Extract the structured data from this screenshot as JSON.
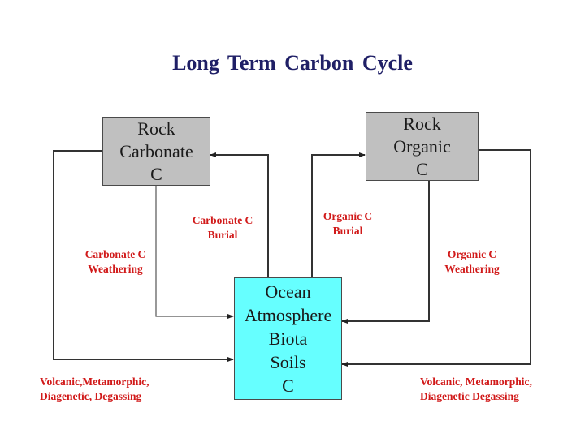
{
  "title": "Long Term  Carbon  Cycle",
  "colors": {
    "title": "#1f1f66",
    "rock_box": "#c0c0c0",
    "ocean_box": "#66ffff",
    "flux_label": "#d11a1a",
    "line": "#333333"
  },
  "boxes": {
    "rock_carbonate": {
      "lines": [
        "Rock",
        "Carbonate",
        "C"
      ]
    },
    "rock_organic": {
      "lines": [
        "Rock",
        "Organic",
        "C"
      ]
    },
    "ocean": {
      "lines": [
        "Ocean",
        "Atmosphere",
        "Biota",
        "Soils",
        "C"
      ]
    }
  },
  "fluxes": {
    "carbonate_burial": {
      "lines": [
        "Carbonate C",
        "Burial"
      ],
      "from": "ocean",
      "to": "rock_carbonate"
    },
    "carbonate_weathering": {
      "lines": [
        "Carbonate C",
        "Weathering"
      ],
      "from": "rock_carbonate",
      "to": "ocean"
    },
    "organic_burial": {
      "lines": [
        "Organic C",
        "Burial"
      ],
      "from": "ocean",
      "to": "rock_organic"
    },
    "organic_weathering": {
      "lines": [
        "Organic C",
        "Weathering"
      ],
      "from": "rock_organic",
      "to": "ocean"
    },
    "left_degassing": {
      "lines": [
        "Volcanic,Metamorphic,",
        "Diagenetic, Degassing"
      ],
      "from": "rock_carbonate",
      "to": "ocean"
    },
    "right_degassing": {
      "lines": [
        "Volcanic, Metamorphic,",
        "Diagenetic Degassing"
      ],
      "from": "rock_organic",
      "to": "ocean"
    }
  }
}
